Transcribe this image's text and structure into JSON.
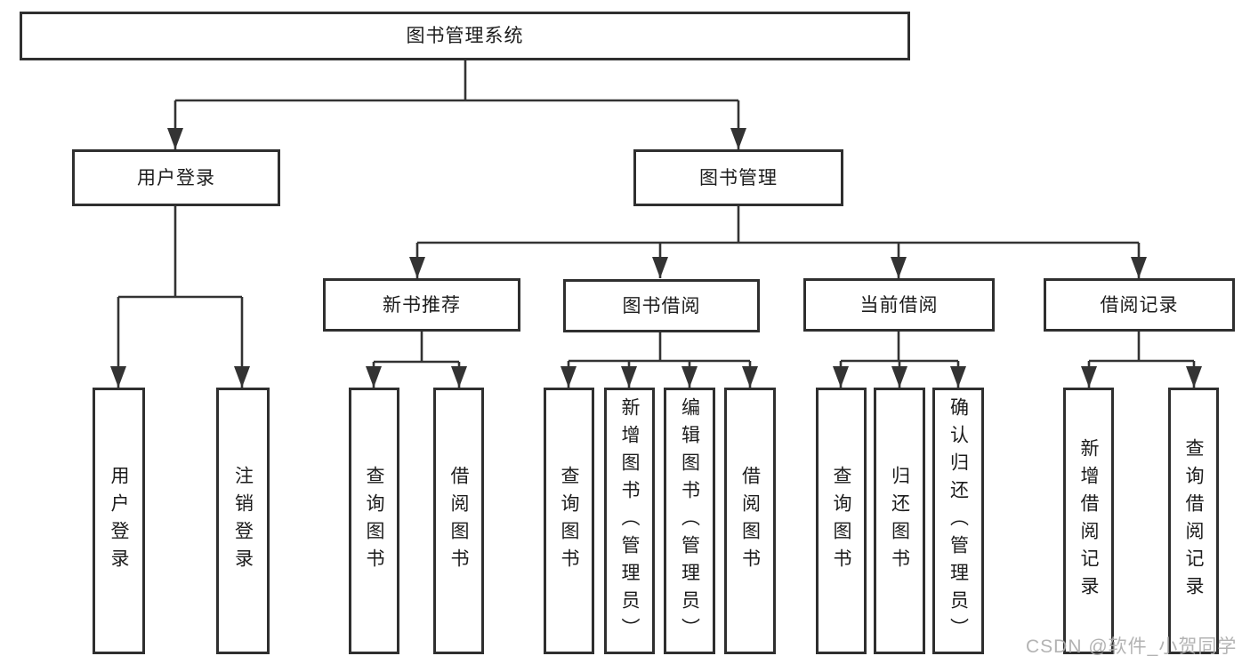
{
  "diagram": {
    "title": "图书管理系统",
    "nodes": {
      "root": {
        "label": "图书管理系统"
      },
      "user_login": {
        "label": "用户登录"
      },
      "book_management": {
        "label": "图书管理"
      },
      "new_book_recommend": {
        "label": "新书推荐"
      },
      "book_borrow": {
        "label": "图书借阅"
      },
      "current_borrow": {
        "label": "当前借阅"
      },
      "borrow_records": {
        "label": "借阅记录"
      },
      "leaf_user_login": {
        "label": "用户登录"
      },
      "leaf_logout": {
        "label": "注销登录"
      },
      "nbr_query_books": {
        "label": "查询图书"
      },
      "nbr_borrow_books": {
        "label": "借阅图书"
      },
      "bb_query_books": {
        "label": "查询图书"
      },
      "bb_add_books": {
        "label": "新增图书（管理员）"
      },
      "bb_edit_books": {
        "label": "编辑图书（管理员）"
      },
      "bb_borrow_books": {
        "label": "借阅图书"
      },
      "cb_query_books": {
        "label": "查询图书"
      },
      "cb_return_books": {
        "label": "归还图书"
      },
      "cb_confirm_return": {
        "label": "确认归还（管理员）"
      },
      "br_add_record": {
        "label": "新增借阅记录"
      },
      "br_query_record": {
        "label": "查询借阅记录"
      }
    },
    "edges": [
      [
        "root",
        "user_login"
      ],
      [
        "root",
        "book_management"
      ],
      [
        "user_login",
        "leaf_user_login"
      ],
      [
        "user_login",
        "leaf_logout"
      ],
      [
        "book_management",
        "new_book_recommend"
      ],
      [
        "book_management",
        "book_borrow"
      ],
      [
        "book_management",
        "current_borrow"
      ],
      [
        "book_management",
        "borrow_records"
      ],
      [
        "new_book_recommend",
        "nbr_query_books"
      ],
      [
        "new_book_recommend",
        "nbr_borrow_books"
      ],
      [
        "book_borrow",
        "bb_query_books"
      ],
      [
        "book_borrow",
        "bb_add_books"
      ],
      [
        "book_borrow",
        "bb_edit_books"
      ],
      [
        "book_borrow",
        "bb_borrow_books"
      ],
      [
        "current_borrow",
        "cb_query_books"
      ],
      [
        "current_borrow",
        "cb_return_books"
      ],
      [
        "current_borrow",
        "cb_confirm_return"
      ],
      [
        "borrow_records",
        "br_add_record"
      ],
      [
        "borrow_records",
        "br_query_record"
      ]
    ],
    "colors": {
      "line": "#333333",
      "box_border": "#2f2f2f",
      "box_fill": "#ffffff",
      "text": "#1c1c1c",
      "watermark": "#adadad"
    }
  },
  "watermark": "CSDN @软件_小贺同学"
}
